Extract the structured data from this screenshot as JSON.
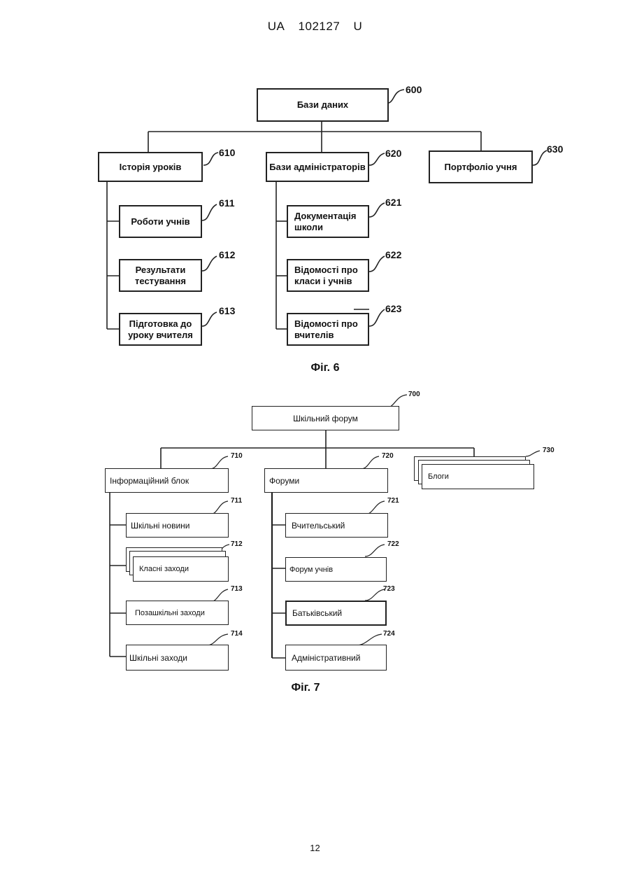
{
  "header": {
    "country": "UA",
    "number": "102127",
    "kind": "U"
  },
  "fig6": {
    "caption": "Фіг. 6",
    "root": {
      "label": "Бази даних",
      "ref": "600"
    },
    "history": {
      "label": "Історія уроків",
      "ref": "610"
    },
    "admin": {
      "label": "Бази адміністраторів",
      "ref": "620"
    },
    "portfolio": {
      "label": "Портфоліо учня",
      "ref": "630"
    },
    "history_items": [
      {
        "label": "Роботи учнів",
        "ref": "611"
      },
      {
        "label": "Результати тестування",
        "ref": "612"
      },
      {
        "label": "Підготовка до уроку вчителя",
        "ref": "613"
      }
    ],
    "admin_items": [
      {
        "label": "Документація школи",
        "ref": "621"
      },
      {
        "label": "Відомості про класи і учнів",
        "ref": "622"
      },
      {
        "label": "Відомості про вчителів",
        "ref": "623"
      }
    ]
  },
  "fig7": {
    "caption": "Фіг. 7",
    "root": {
      "label": "Шкільний форум",
      "ref": "700"
    },
    "info": {
      "label": "Інформаційний блок",
      "ref": "710"
    },
    "forums": {
      "label": "Форуми",
      "ref": "720"
    },
    "blogs": {
      "label": "Блоги",
      "ref": "730"
    },
    "info_items": [
      {
        "label": "Шкільні новини",
        "ref": "711"
      },
      {
        "label": "Класні заходи",
        "ref": "712"
      },
      {
        "label": "Позашкільні заходи",
        "ref": "713"
      },
      {
        "label": "Шкільні заходи",
        "ref": "714"
      }
    ],
    "forum_items": [
      {
        "label": "Вчительський",
        "ref": "721"
      },
      {
        "label": "Форум учнів",
        "ref": "722"
      },
      {
        "label": "Батьківський",
        "ref": "723"
      },
      {
        "label": "Адміністративний",
        "ref": "724"
      }
    ]
  },
  "page_number": "12"
}
